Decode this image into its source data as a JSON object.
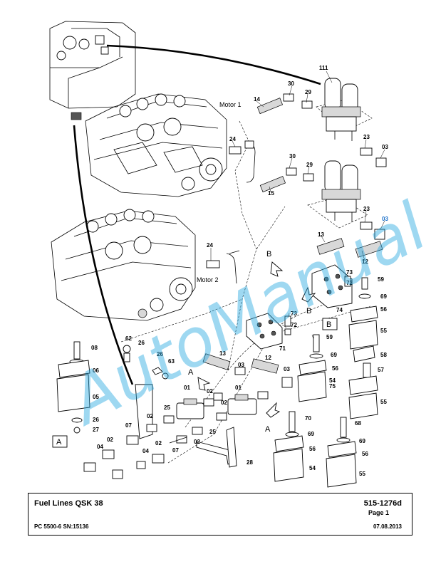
{
  "watermark": "AutoManual",
  "motor_labels": {
    "motor1": "Motor 1",
    "motor2": "Motor 2"
  },
  "view_markers": {
    "a": "A",
    "b": "B"
  },
  "part_numbers": {
    "p111": "111",
    "p14": "14",
    "p30a": "30",
    "p29a": "29",
    "p24a": "24",
    "p23a": "23",
    "p03a": "03",
    "p30b": "30",
    "p29b": "29",
    "p15": "15",
    "p23b": "23",
    "p03b": "03",
    "p13a": "13",
    "p24b": "24",
    "p12a": "12",
    "p73a": "73",
    "p72a": "72",
    "p59a": "59",
    "p69a": "69",
    "p74": "74",
    "p73b": "73",
    "p72b": "72",
    "p56a": "56",
    "p55a": "55",
    "p71": "71",
    "p59b": "59",
    "p58": "58",
    "p69b": "69",
    "p57": "57",
    "p56b": "56",
    "p75": "75",
    "p54a": "54",
    "p55b": "55",
    "p08": "08",
    "p06": "06",
    "p05": "05",
    "p26a": "26",
    "p27": "27",
    "p62": "62",
    "p26b": "26",
    "p26c": "26",
    "p63": "63",
    "p13b": "13",
    "p12b": "12",
    "p03c": "03",
    "p03d": "03",
    "p01a": "01",
    "p02a": "02",
    "p02b": "02",
    "p01b": "01",
    "p25a": "25",
    "p02c": "02",
    "p02d": "02",
    "p07a": "07",
    "p25b": "25",
    "p02e": "02",
    "p04a": "04",
    "p02f": "02",
    "p07b": "07",
    "p04b": "04",
    "p70": "70",
    "p69c": "69",
    "p56c": "56",
    "p54b": "54",
    "p68": "68",
    "p69d": "69",
    "p56d": "56",
    "p55c": "55",
    "p28": "28"
  },
  "title_block": {
    "title": "Fuel Lines QSK 38",
    "document_number": "515-1276d",
    "page": "Page 1",
    "machine": "PC 5500-6 SN:15136",
    "date": "07.08.2013"
  }
}
